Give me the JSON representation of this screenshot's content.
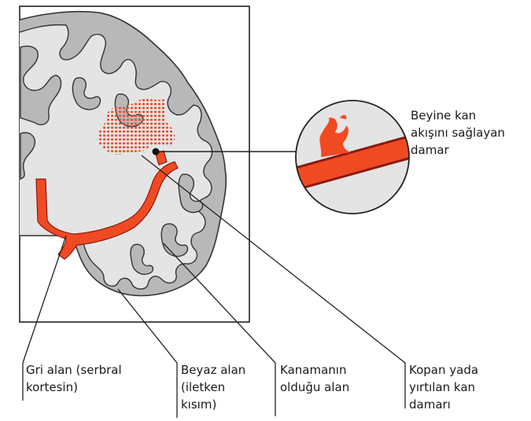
{
  "labels": {
    "vessel": "Beyine kan\nakışını sağlayan\ndamar",
    "gray": "Gri alan (serbral\nkortesin)",
    "white": "Beyaz alan\n(iletken\nkısım)",
    "bleed": "Kanamanın\nolduğu alan",
    "torn": "Kopan yada\nyırtılan kan\ndamarı"
  },
  "colors": {
    "gray_matter": "#b8b8b8",
    "white_matter": "#e4e4e4",
    "vessel": "#f04a23",
    "vessel_dark": "#8a1a10",
    "outline": "#333333"
  },
  "icons": [
    "brain-section",
    "magnifier-circle",
    "blood-vessel"
  ]
}
